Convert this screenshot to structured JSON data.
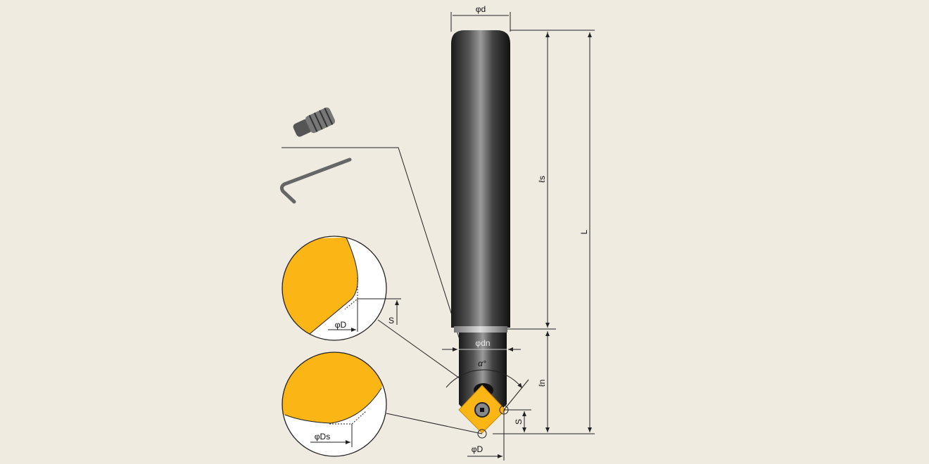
{
  "dimensions": {
    "shank_diameter": "φd",
    "shank_length": "ℓs",
    "overall_length": "L",
    "neck_diameter": "φdn",
    "angle": "α°",
    "neck_length": "ℓn",
    "s_height": "S",
    "cutting_diameter": "φD"
  },
  "detail_top": {
    "diameter": "φD",
    "s_height": "S"
  },
  "detail_bottom": {
    "diameter": "φDs"
  },
  "colors": {
    "background": "#efebe1",
    "insert": "#fbb515",
    "body": "#2b2b2b"
  }
}
